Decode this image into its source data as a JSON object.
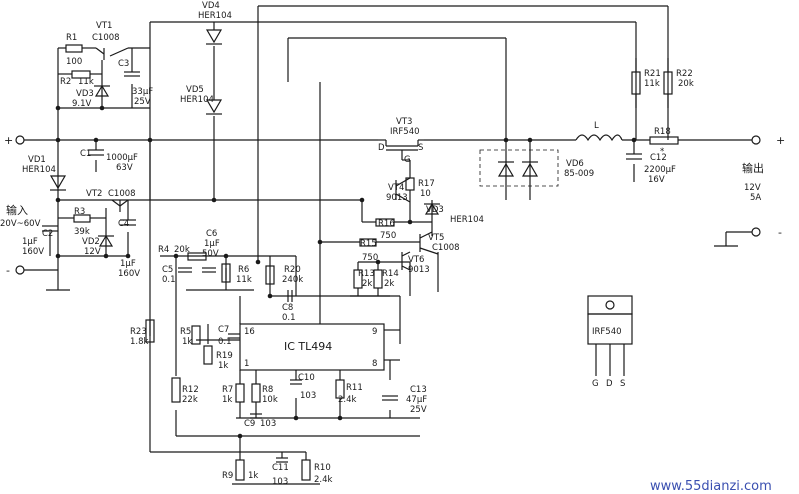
{
  "labels": {
    "R1": "R1",
    "R1v": "100",
    "VT1": "VT1",
    "VT1v": "C1008",
    "R2": "R2",
    "R2v": "11k",
    "VD3": "VD3",
    "VD3v": "9.1V",
    "C3": "C3",
    "C3v1": "33μF",
    "C3v2": "25V",
    "VD4": "VD4",
    "VD4v": "HER104",
    "VD5": "VD5",
    "VD5v": "HER104",
    "VT3": "VT3",
    "VT3v": "IRF540",
    "VT3d": "D",
    "VT3s": "S",
    "VT3g": "G",
    "L": "L",
    "R18": "R18",
    "R18star": "*",
    "R21": "R21",
    "R21v": "11k",
    "R22": "R22",
    "R22v": "20k",
    "VD1": "VD1",
    "VD1v": "HER104",
    "C1": "C1",
    "C1v1": "1000μF",
    "C1v2": "63V",
    "VT2": "VT2",
    "VT2v": "C1008",
    "R3": "R3",
    "R3v": "39k",
    "C4": "C4",
    "C4v1": "1μF",
    "C4v2": "160V",
    "C2": "C2",
    "C2v1": "1μF",
    "C2v2": "160V",
    "VD2": "VD2",
    "VD2v": "12V",
    "input": "输入",
    "input_range": "20V~60V",
    "VD6": "VD6",
    "VD6v": "85-009",
    "C12": "C12",
    "C12v1": "2200μF",
    "C12v2": "16V",
    "output": "输出",
    "out_v": "12V",
    "out_a": "5A",
    "VT4": "VT4",
    "VT4v": "9013",
    "R17": "R17",
    "R17v": "10",
    "R16": "R16",
    "R16v": "750",
    "VD3b": "VD3",
    "VD3bv": "HER104",
    "R15": "R15",
    "R15v": "750",
    "VT5": "VT5",
    "VT5v": "C1008",
    "VT6": "VT6",
    "VT6v": "9013",
    "R13": "R13",
    "R13v": "2k",
    "R14": "R14",
    "R14v": "2k",
    "R4": "R4",
    "R4v": "20k",
    "C6": "C6",
    "C6v1": "1μF",
    "C6v2": "50V",
    "C5": "C5",
    "C5v": "0.1",
    "R6": "R6",
    "R6v": "11k",
    "R20": "R20",
    "R20v": "240k",
    "C8": "C8",
    "C8v": "0.1",
    "R23": "R23",
    "R23v": "1.8k",
    "R5": "R5",
    "R5v": "1k",
    "C7": "C7",
    "C7v": "0.1",
    "R19": "R19",
    "R19v": "1k",
    "ic": "IC  TL494",
    "pin16": "16",
    "pin1": "1",
    "pin9": "9",
    "pin8": "8",
    "R12": "R12",
    "R12v": "22k",
    "R7": "R7",
    "R7v": "1k",
    "R8": "R8",
    "R8v": "10k",
    "C9": "C9",
    "C9v": "103",
    "C10": "C10",
    "C10v": "103",
    "R11": "R11",
    "R11v": "2.4k",
    "C13": "C13",
    "C13v1": "47μF",
    "C13v2": "25V",
    "R9": "R9",
    "R9v": "1k",
    "C11": "C11",
    "C11v": "103",
    "R10": "R10",
    "R10v": "2.4k",
    "pkg": "IRF540",
    "pkg_g": "G",
    "pkg_d": "D",
    "pkg_s": "S",
    "plus": "+",
    "minus": "-",
    "watermark": "www.55dianzi.com"
  }
}
